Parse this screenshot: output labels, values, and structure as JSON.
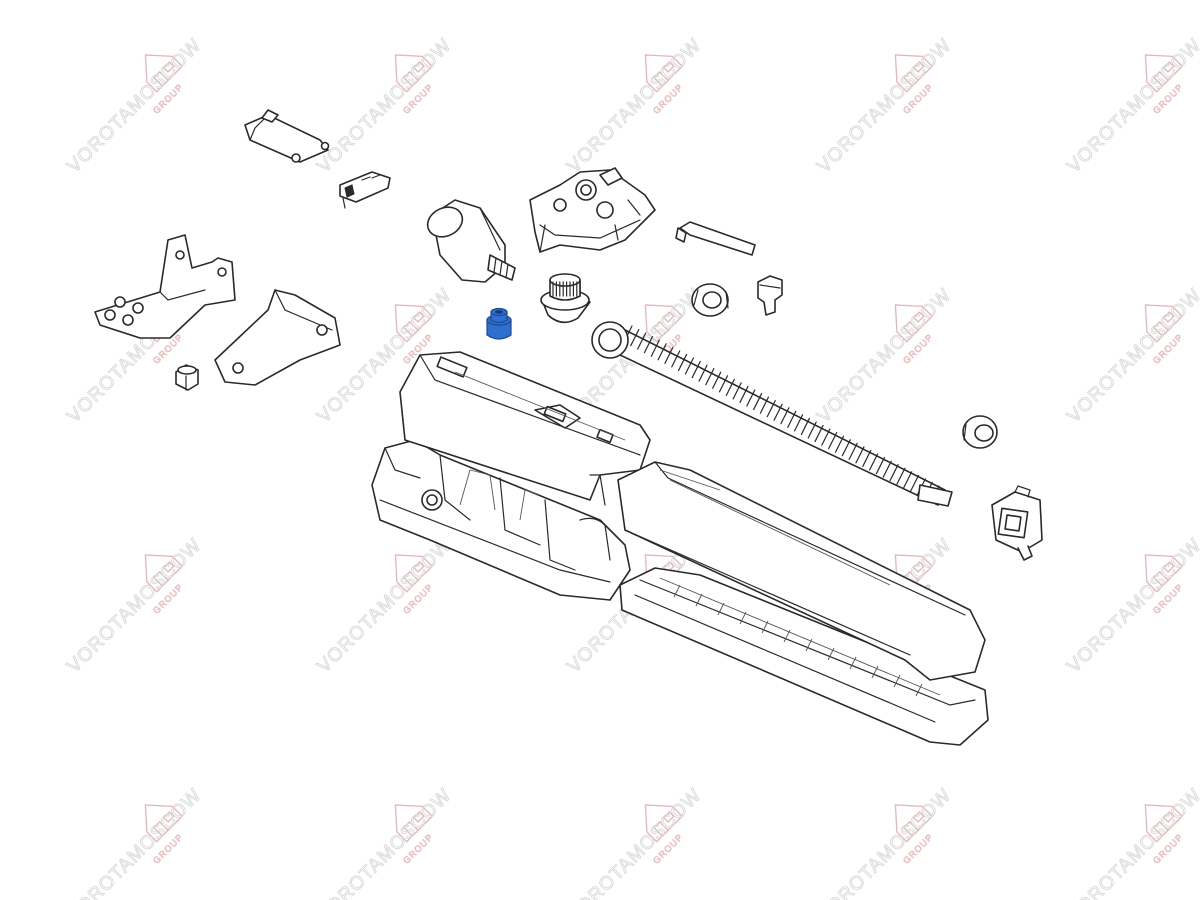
{
  "watermark": {
    "brand": "VOROTAMOSCOW",
    "sub": "GROUP",
    "color": "#e8b4b4",
    "text_color": "#d9d9d9"
  },
  "highlight_color": "#2f6fd0",
  "line_color": "#2a2a2a",
  "parts": [
    "clip-part",
    "small-connector",
    "gear-housing",
    "lever-rod",
    "motor",
    "highlighted-bushing",
    "bevel-gear",
    "nut-ring",
    "release-key",
    "l-bracket",
    "mounting-plate",
    "hex-nut",
    "worm-screw",
    "collar-ring",
    "end-fitting",
    "top-cover-rear",
    "base-housing",
    "top-cover-front",
    "bottom-tray"
  ]
}
